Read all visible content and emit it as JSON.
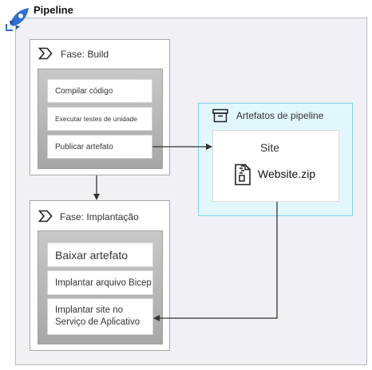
{
  "pipeline": {
    "title": "Pipeline",
    "logo_icon": "azure-pipelines-icon"
  },
  "build_stage": {
    "title": "Fase: Build",
    "icon": "chevron-stage-icon",
    "tasks": [
      "Compilar código",
      "Executar testes de unidade",
      "Publicar artefato"
    ]
  },
  "deploy_stage": {
    "title": "Fase: Implantação",
    "icon": "chevron-stage-icon",
    "tasks": [
      "Baixar artefato",
      "Implantar arquivo Bicep",
      "Implantar site no",
      "Serviço de Aplicativo"
    ]
  },
  "artifacts": {
    "title": "Artefatos de pipeline",
    "icon": "archive-box-icon",
    "site_label": "Site",
    "file_name": "Website.zip",
    "file_icon": "zip-file-icon"
  },
  "colors": {
    "pipeline_background": "#f0f0f5",
    "artifacts_background": "#e2f7fc",
    "artifacts_border": "#7fd6eb",
    "logo_blue": "#2f6fcf",
    "arrow": "#333333"
  }
}
